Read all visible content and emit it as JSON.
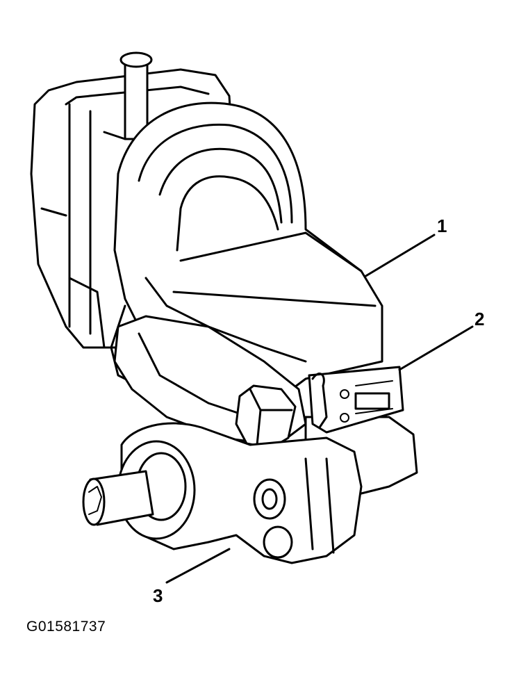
{
  "callouts": [
    {
      "id": "1",
      "label": "1"
    },
    {
      "id": "2",
      "label": "2"
    },
    {
      "id": "3",
      "label": "3"
    }
  ],
  "figure_code": "G01581737"
}
